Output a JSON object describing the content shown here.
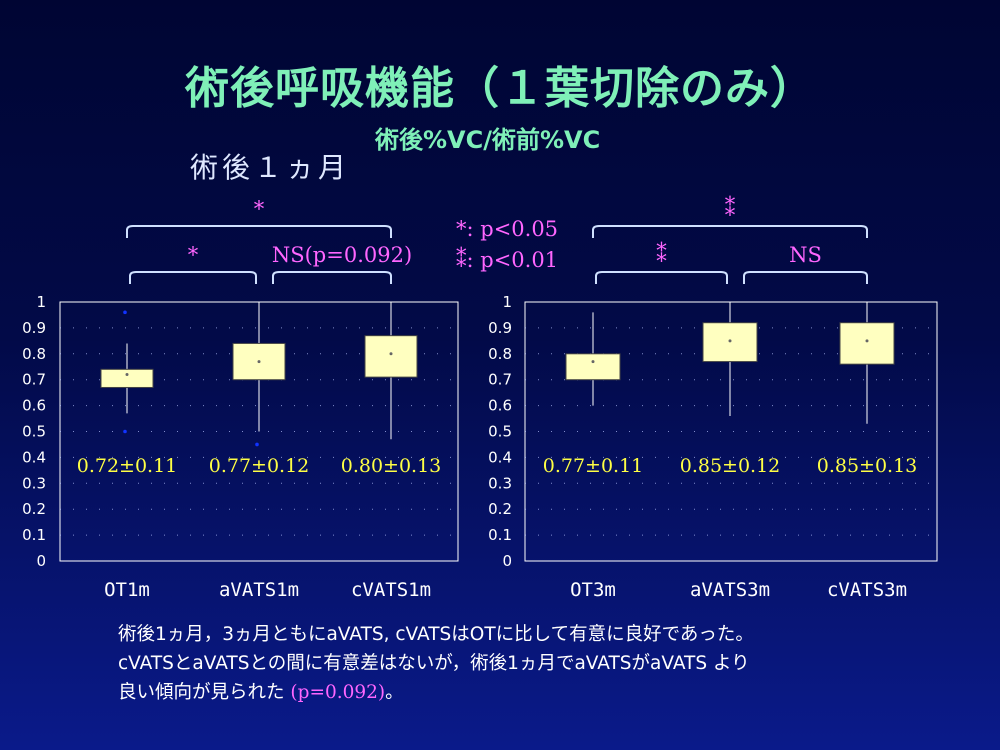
{
  "slide": {
    "title": "術後呼吸機能（１葉切除のみ）",
    "subtitle": "術後%VC/術前%VC",
    "period_label": "術後１ヵ月",
    "legend": [
      "*: p<0.05",
      "⁑: p<0.01"
    ],
    "summary": {
      "line1": "術後1ヵ月，3ヵ月ともにaVATS, cVATSはOTに比して有意に良好であった。",
      "line2": "cVATSとaVATSとの間に有意差はないが，術後1ヵ月でaVATSがaVATS より",
      "line3_prefix": "良い傾向が見られた ",
      "line3_p": "(p=0.092)",
      "line3_suffix": "。"
    }
  },
  "colors": {
    "box_fill": "#ffffc0",
    "box_stroke": "#444444",
    "whisker": "#ffffff",
    "title": "#7ff0b8",
    "stat_text": "#ffff44",
    "significance": "#ff66ff",
    "bracket": "#cfe0ff"
  },
  "chart_data": [
    {
      "type": "box",
      "ylim": [
        0,
        1
      ],
      "yticks": [
        "0",
        "0.1",
        "0.2",
        "0.3",
        "0.4",
        "0.5",
        "0.6",
        "0.7",
        "0.8",
        "0.9",
        "1"
      ],
      "categories": [
        "OT1m",
        "aVATS1m",
        "cVATS1m"
      ],
      "boxes": [
        {
          "q1": 0.67,
          "q3": 0.74,
          "mean": 0.72,
          "wlow": 0.57,
          "whigh": 0.84,
          "pts": [
            0.96,
            0.5
          ]
        },
        {
          "q1": 0.7,
          "q3": 0.84,
          "mean": 0.77,
          "wlow": 0.5,
          "whigh": 1.0,
          "pts": [
            0.45
          ]
        },
        {
          "q1": 0.71,
          "q3": 0.87,
          "mean": 0.8,
          "wlow": 0.47,
          "whigh": 1.0,
          "pts": []
        }
      ],
      "stats": [
        "0.72±0.11",
        "0.77±0.12",
        "0.80±0.13"
      ],
      "brackets": [
        {
          "from": 0,
          "to": 2,
          "label": "*",
          "level": "upper"
        },
        {
          "from": 0,
          "to": 1,
          "label": "*",
          "level": "lower"
        },
        {
          "from": 1,
          "to": 2,
          "label": "NS(p=0.092)",
          "level": "lower"
        }
      ]
    },
    {
      "type": "box",
      "ylim": [
        0,
        1
      ],
      "yticks": [
        "0",
        "0.1",
        "0.2",
        "0.3",
        "0.4",
        "0.5",
        "0.6",
        "0.7",
        "0.8",
        "0.9",
        "1"
      ],
      "categories": [
        "OT3m",
        "aVATS3m",
        "cVATS3m"
      ],
      "boxes": [
        {
          "q1": 0.7,
          "q3": 0.8,
          "mean": 0.77,
          "wlow": 0.6,
          "whigh": 0.96,
          "pts": []
        },
        {
          "q1": 0.77,
          "q3": 0.92,
          "mean": 0.85,
          "wlow": 0.56,
          "whigh": 1.0,
          "pts": []
        },
        {
          "q1": 0.76,
          "q3": 0.92,
          "mean": 0.85,
          "wlow": 0.53,
          "whigh": 1.0,
          "pts": []
        }
      ],
      "stats": [
        "0.77±0.11",
        "0.85±0.12",
        "0.85±0.13"
      ],
      "brackets": [
        {
          "from": 0,
          "to": 2,
          "label": "⁑",
          "level": "upper"
        },
        {
          "from": 0,
          "to": 1,
          "label": "⁑",
          "level": "lower"
        },
        {
          "from": 1,
          "to": 2,
          "label": "NS",
          "level": "lower"
        }
      ]
    }
  ]
}
